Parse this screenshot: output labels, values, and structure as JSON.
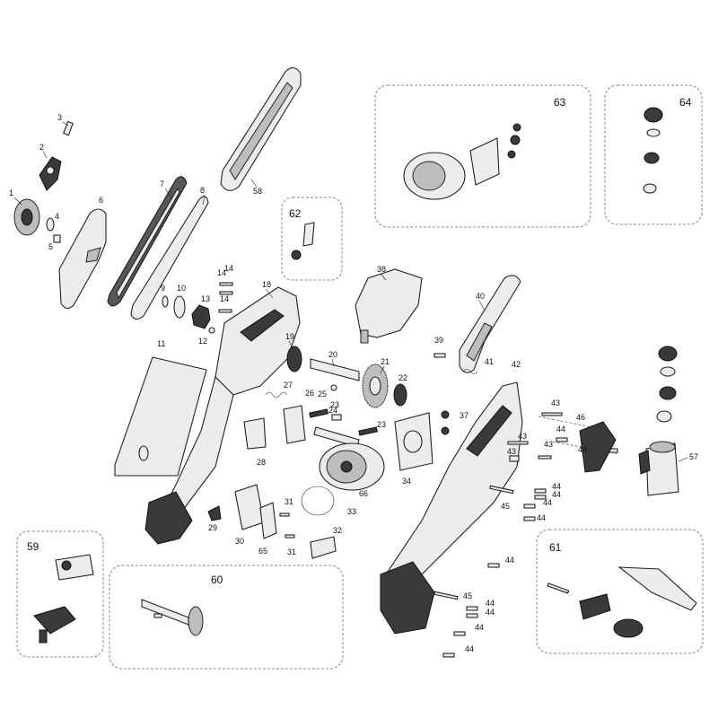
{
  "labels": {
    "p1": "1",
    "p2": "2",
    "p3": "3",
    "p4": "4",
    "p5": "5",
    "p6": "6",
    "p7": "7",
    "p8": "8",
    "p9": "9",
    "p10": "10",
    "p11": "11",
    "p12": "12",
    "p13": "13",
    "p14a": "14",
    "p14b": "14",
    "p14c": "14",
    "p18": "18",
    "p19": "19",
    "p20": "20",
    "p21": "21",
    "p22": "22",
    "p23a": "23",
    "p23b": "23",
    "p24": "24",
    "p25": "25",
    "p26": "26",
    "p27": "27",
    "p28": "28",
    "p29": "29",
    "p30": "30",
    "p31a": "31",
    "p31b": "31",
    "p32": "32",
    "p33": "33",
    "p34": "34",
    "p37": "37",
    "p38": "38",
    "p39": "39",
    "p40": "40",
    "p41": "41",
    "p42": "42",
    "p43a": "43",
    "p43b": "43",
    "p43c": "43",
    "p43d": "43",
    "p44a": "44",
    "p44b": "44",
    "p44c": "44",
    "p44d": "44",
    "p44e": "44",
    "p44f": "44",
    "p44g": "44",
    "p44h": "44",
    "p44i": "44",
    "p44j": "44",
    "p44k": "44",
    "p45a": "45",
    "p45b": "45",
    "p46": "46",
    "p57": "57",
    "p58": "58",
    "p65": "65",
    "p66": "66"
  },
  "insets": {
    "i59": "59",
    "i60": "60",
    "i61": "61",
    "i62": "62",
    "i63": "63",
    "i64": "64"
  }
}
